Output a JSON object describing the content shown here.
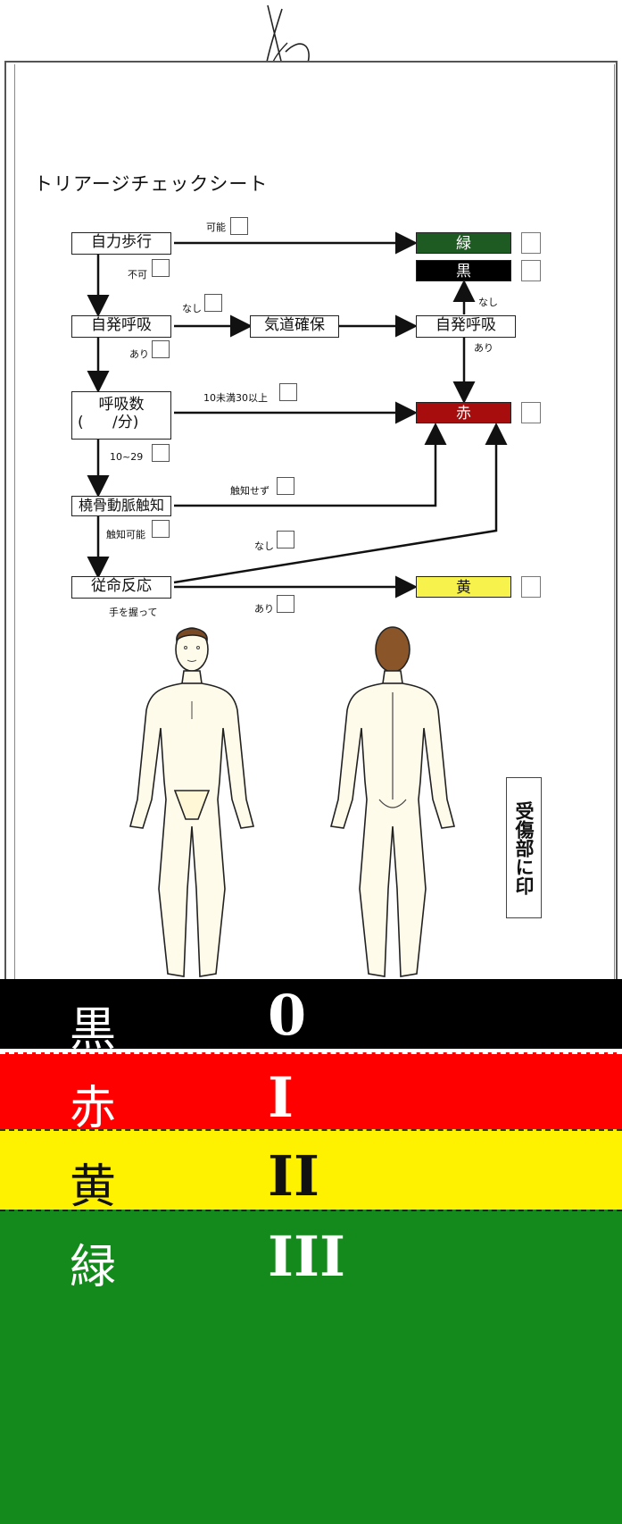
{
  "sheet": {
    "title": "トリアージチェックシート",
    "injury_label": "受傷部に印"
  },
  "flow": {
    "walk": "自力歩行",
    "walk_yes": "可能",
    "walk_no": "不可",
    "spont_breath": "自発呼吸",
    "breath_none": "なし",
    "breath_present": "あり",
    "airway": "気道確保",
    "spont_breath_after": "自発呼吸",
    "after_none": "なし",
    "after_present": "あり",
    "resp_rate": "呼吸数",
    "resp_unit": "(      /分)",
    "rate_abnormal": "10未満30以上",
    "rate_normal": "10~29",
    "radial_pulse": "橈骨動脈触知",
    "pulse_absent": "触知せず",
    "pulse_present": "触知可能",
    "command": "従命反応",
    "cmd_none": "なし",
    "cmd_present": "あり",
    "cmd_hint": "手を握って"
  },
  "results": {
    "green": "緑",
    "black": "黒",
    "red": "赤",
    "yellow": "黄"
  },
  "colors": {
    "green": "#1e5b22",
    "black": "#000000",
    "red": "#a80d0d",
    "yellow": "#f7f24c",
    "band_black": "#000000",
    "band_red": "#ff0000",
    "band_yellow": "#fff200",
    "band_green": "#138a1b"
  },
  "bands": [
    {
      "name": "黒",
      "level": "0"
    },
    {
      "name": "赤",
      "level": "I"
    },
    {
      "name": "黄",
      "level": "II"
    },
    {
      "name": "緑",
      "level": "III"
    }
  ]
}
